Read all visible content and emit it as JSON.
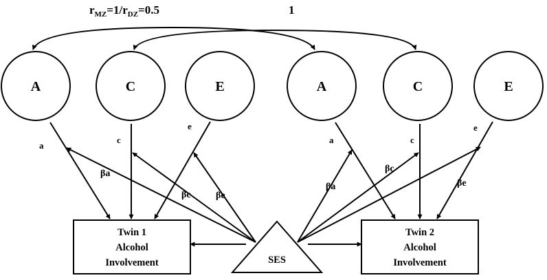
{
  "header": {
    "corr_left_r": "r",
    "corr_left_mz": "MZ",
    "corr_left_mid": "=1/r",
    "corr_left_dz": "DZ",
    "corr_left_val": "=0.5",
    "corr_right": "1"
  },
  "latent": {
    "twin1_A": "A",
    "twin1_C": "C",
    "twin1_E": "E",
    "twin2_A": "A",
    "twin2_C": "C",
    "twin2_E": "E"
  },
  "paths": {
    "t1_a": "a",
    "t1_c": "c",
    "t1_e": "e",
    "t2_a": "a",
    "t2_c": "c",
    "t2_e": "e"
  },
  "moderators": {
    "t1_ba": "βa",
    "t1_bc": "βc",
    "t1_be": "βe",
    "t2_ba": "βa",
    "t2_bc": "βc",
    "t2_be": "βe"
  },
  "outcomes": {
    "twin1_line1": "Twin 1",
    "twin1_line2": "Alcohol",
    "twin1_line3": "Involvement",
    "twin2_line1": "Twin 2",
    "twin2_line2": "Alcohol",
    "twin2_line3": "Involvement"
  },
  "moderator_node": "SES"
}
